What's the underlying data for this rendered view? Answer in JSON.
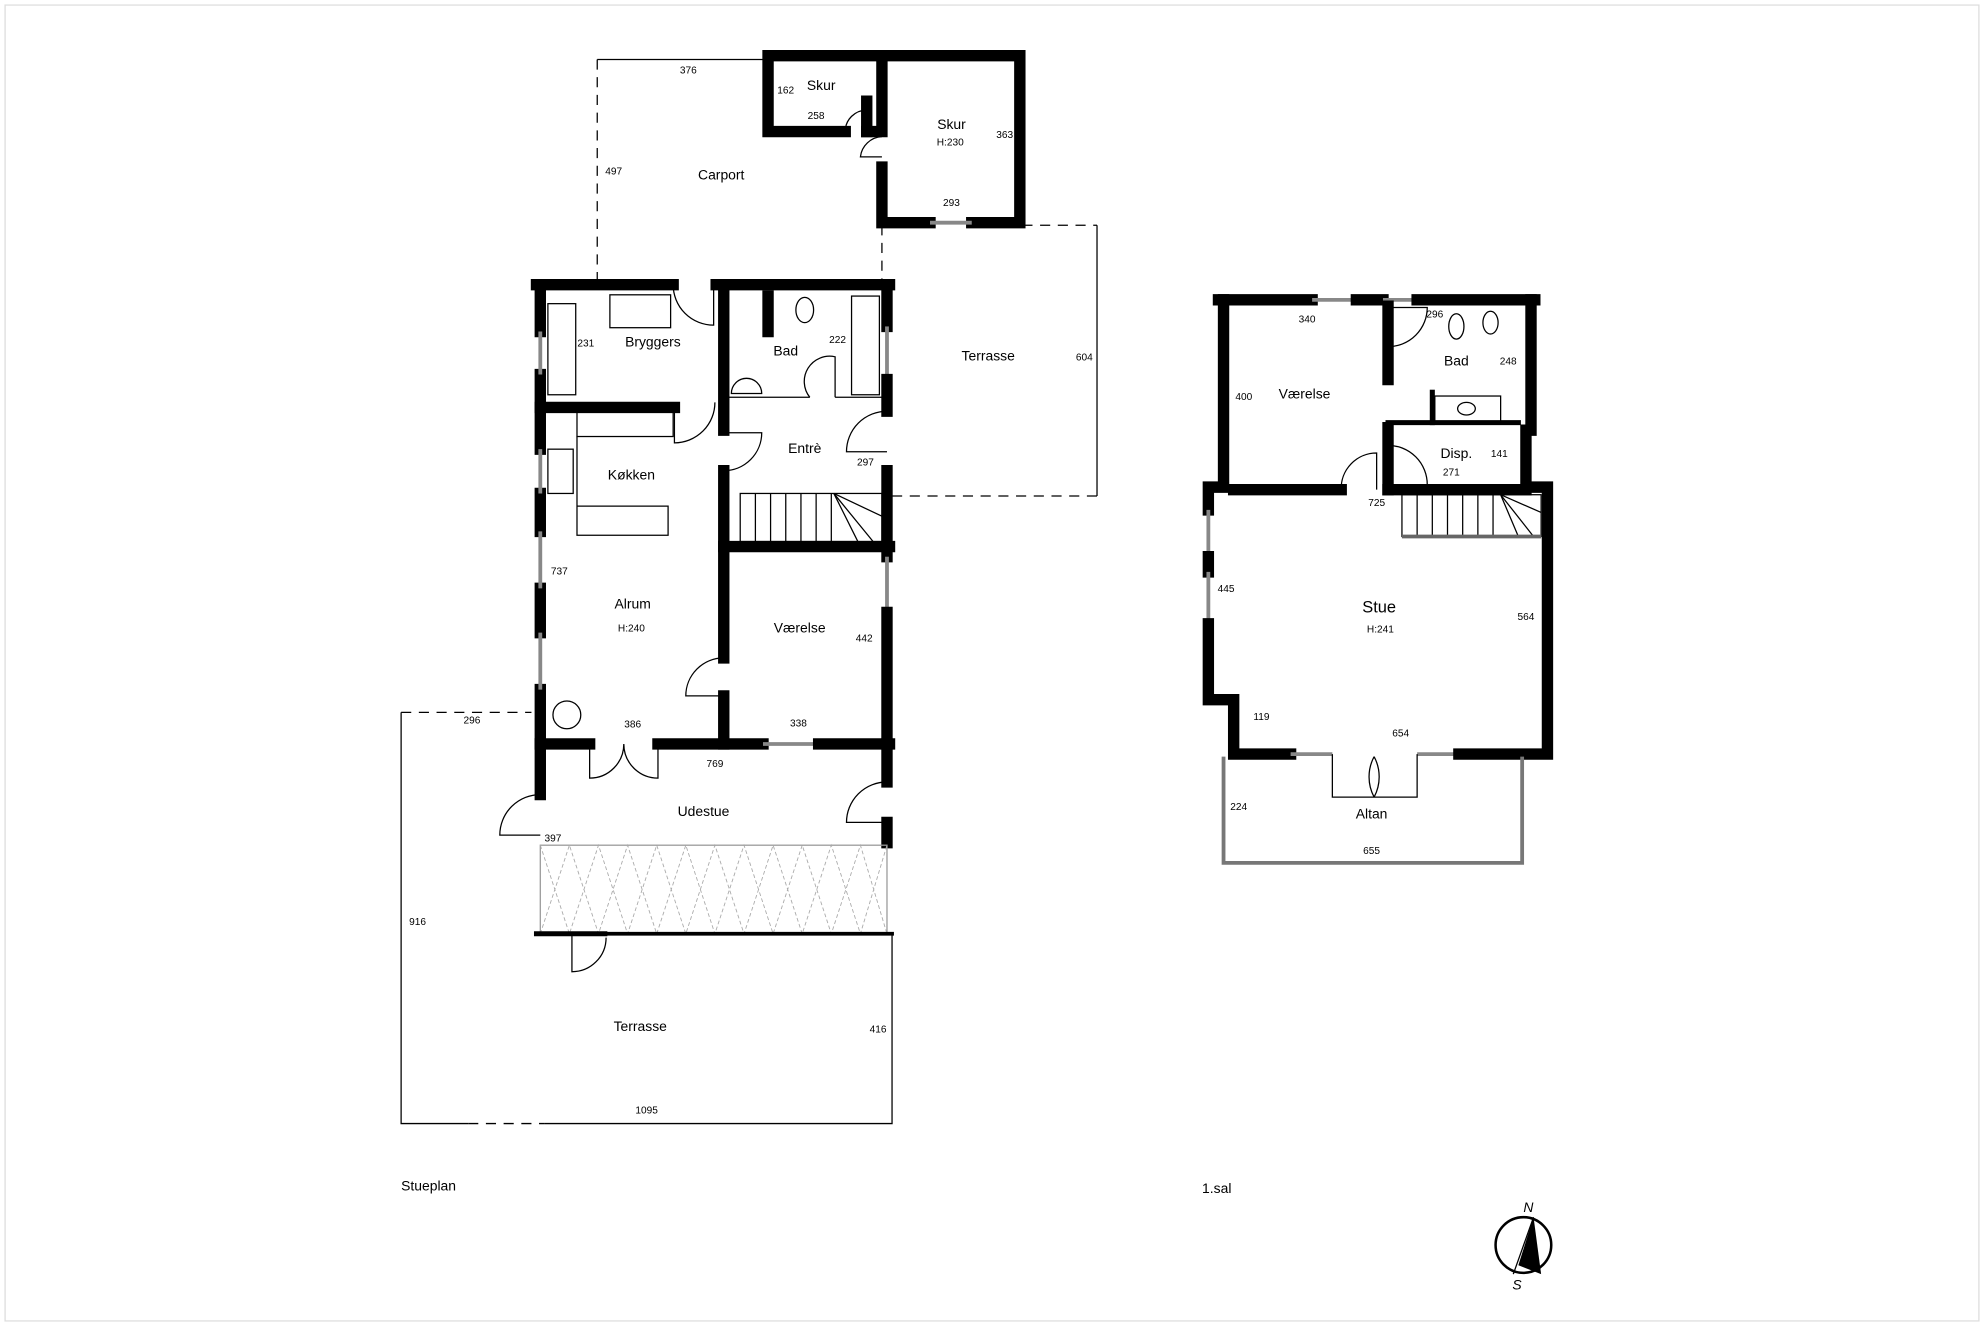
{
  "ground_floor": {
    "title": "Stueplan",
    "rooms": [
      {
        "name": "Skur",
        "dims": [
          "162",
          "258"
        ]
      },
      {
        "name": "Skur",
        "height": "H:230",
        "dims": [
          "363",
          "293"
        ]
      },
      {
        "name": "Carport",
        "dims": [
          "376",
          "497"
        ]
      },
      {
        "name": "Terrasse",
        "dims": [
          "604"
        ]
      },
      {
        "name": "Bryggers",
        "dims": [
          "231"
        ]
      },
      {
        "name": "Bad",
        "dims": [
          "222"
        ]
      },
      {
        "name": "Entrè",
        "dims": [
          "297"
        ]
      },
      {
        "name": "Køkken",
        "dims": []
      },
      {
        "name": "Alrum",
        "height": "H:240",
        "dims": [
          "737",
          "386"
        ]
      },
      {
        "name": "Værelse",
        "dims": [
          "442",
          "338"
        ]
      },
      {
        "name": "Udestue",
        "dims": [
          "769",
          "397"
        ]
      },
      {
        "name": "Terrasse",
        "dims": [
          "296",
          "916",
          "416",
          "1095"
        ]
      }
    ]
  },
  "first_floor": {
    "title": "1.sal",
    "rooms": [
      {
        "name": "Værelse",
        "dims": [
          "340",
          "400"
        ]
      },
      {
        "name": "Bad",
        "dims": [
          "296",
          "248"
        ]
      },
      {
        "name": "Disp.",
        "dims": [
          "141",
          "271"
        ]
      },
      {
        "name": "Stue",
        "height": "H:241",
        "dims": [
          "725",
          "445",
          "564",
          "119",
          "654"
        ]
      },
      {
        "name": "Altan",
        "dims": [
          "224",
          "655"
        ]
      }
    ]
  },
  "compass": {
    "north": "N",
    "south": "S"
  }
}
